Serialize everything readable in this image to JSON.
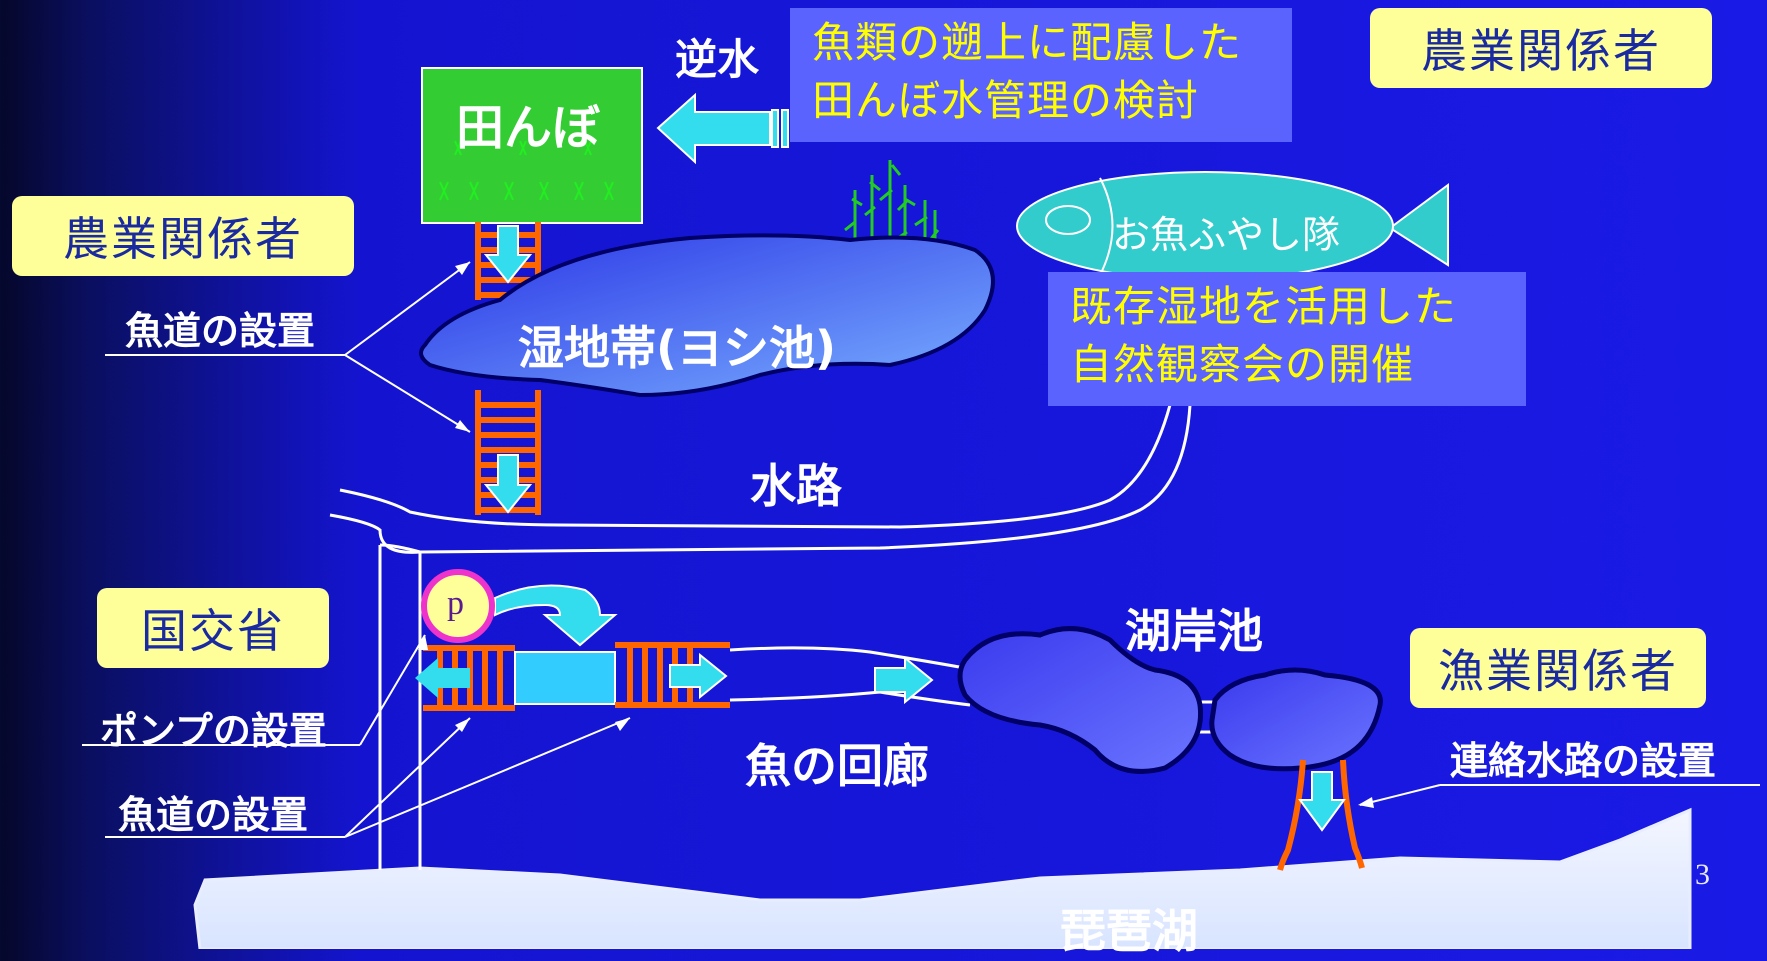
{
  "labels": {
    "gyakusui": "逆水",
    "tanbo": "田んぼ",
    "shicchitai": "湿地帯(ヨシ池)",
    "suiro": "水路",
    "okumafuyashi": "お魚ふやし隊",
    "kogan_ike": "湖岸池",
    "sakana_no_kairou": "魚の回廊",
    "biwako": "琵琶湖",
    "pump_p": "p"
  },
  "stakeholders": {
    "nogyo_top": "農業関係者",
    "nogyo_left": "農業関係者",
    "kokkosho": "国交省",
    "gyogyo": "漁業関係者"
  },
  "notes": {
    "top_line1": "魚類の遡上に配慮した",
    "top_line2": "田んぼ水管理の検討",
    "mid_line1": "既存湿地を活用した",
    "mid_line2": "自然観察会の開催"
  },
  "measures": {
    "gyodo_upper": "魚道の設置",
    "pump": "ポンプの設置",
    "gyodo_lower": "魚道の設置",
    "renraku": "連絡水路の設置"
  },
  "page_number": "3",
  "colors": {
    "background": "#1a1ae6",
    "paddy_green": "#33cc33",
    "note_box": "#5b63ff",
    "note_text": "#ffff00",
    "stakeholder_box": "#ffff99",
    "stakeholder_text": "#1a2aa0",
    "ladder_orange": "#ff6600",
    "arrow_cyan": "#33ddee",
    "pump_magenta": "#ee33cc"
  }
}
